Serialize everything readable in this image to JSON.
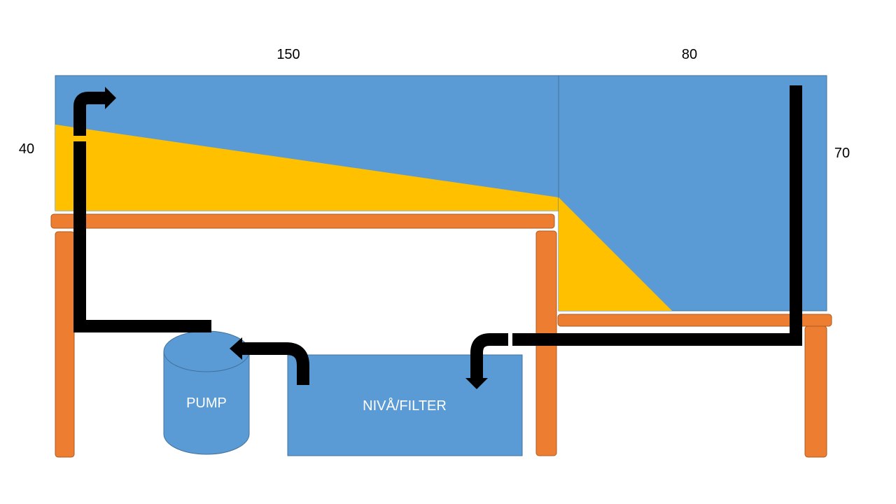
{
  "dimensions": {
    "width_top": "150",
    "width_right": "80",
    "height_left": "40",
    "height_right": "70"
  },
  "labels": {
    "pump": "PUMP",
    "filter": "NIVÅ/FILTER"
  },
  "colors": {
    "water": "#5b9bd5",
    "sand": "#ffc000",
    "wood": "#ed7d31",
    "pipe": "#000000",
    "text_dark": "#000000",
    "text_light": "#ffffff"
  }
}
